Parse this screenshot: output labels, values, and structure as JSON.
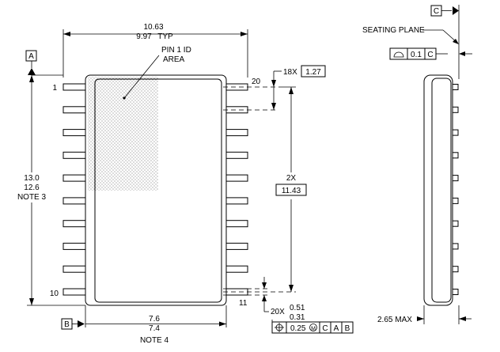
{
  "top_width": {
    "max": "10.63",
    "min": "9.97",
    "suffix": "TYP"
  },
  "pin1_label": {
    "line1": "PIN 1 ID",
    "line2": "AREA"
  },
  "datum_a": "A",
  "datum_b": "B",
  "datum_c": "C",
  "pin_numbers": {
    "p1": "1",
    "p10": "10",
    "p11": "11",
    "p20": "20"
  },
  "pitch": {
    "count": "18X",
    "value": "1.27"
  },
  "span": {
    "count": "2X",
    "value": "11.43"
  },
  "body_length": {
    "max": "13.0",
    "min": "12.6",
    "note": "NOTE 3"
  },
  "body_width": {
    "max": "7.6",
    "min": "7.4",
    "note": "NOTE 4"
  },
  "lead_width": {
    "count": "20X",
    "max": "0.51",
    "min": "0.31"
  },
  "position_tol": {
    "value": "0.25",
    "modifier": "M",
    "ref1": "C",
    "ref2": "A",
    "ref3": "B"
  },
  "seating_plane": "SEATING PLANE",
  "flatness": {
    "value": "0.1",
    "ref": "C"
  },
  "height": "2.65 MAX"
}
